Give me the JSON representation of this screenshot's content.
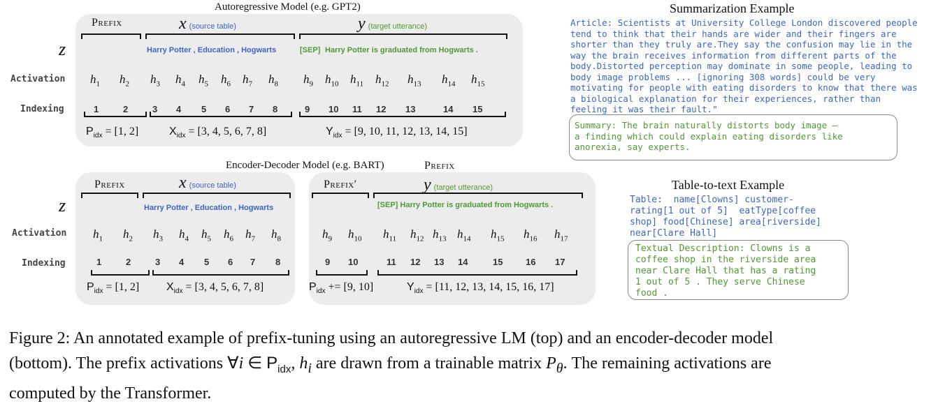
{
  "top": {
    "title": "Autoregressive Model (e.g. GPT2)",
    "prefix_label": "Prefix",
    "x_var": "x",
    "x_sub": "(source table)",
    "y_var": "y",
    "y_sub": "(target utterance)",
    "z": "z",
    "row_activation": "Activation",
    "row_indexing": "Indexing",
    "tokens_x": "Harry Potter , Education , Hogwarts",
    "tokens_sep": "[SEP]",
    "tokens_y": "Harry Potter  is  graduated  from  Hogwarts .",
    "activations": [
      "1",
      "2",
      "3",
      "4",
      "5",
      "6",
      "7",
      "8",
      "9",
      "10",
      "11",
      "12",
      "13",
      "14",
      "15"
    ],
    "indices": [
      "1",
      "2",
      "3",
      "4",
      "5",
      "6",
      "7",
      "8",
      "9",
      "10",
      "11",
      "12",
      "13",
      "14",
      "15"
    ],
    "eq_p": "= [1, 2]",
    "eq_x": "= [3, 4, 5, 6, 7, 8]",
    "eq_y": "= [9, 10, 11, 12, 13, 14, 15]"
  },
  "bottom": {
    "title": "Encoder-Decoder Model  (e.g. BART)",
    "prefix_label": "Prefix",
    "prefix_top_label": "Prefix",
    "prefix2_label": "Prefix′",
    "x_var": "x",
    "x_sub": "(source table)",
    "y_var": "y",
    "y_sub": "(target utterance)",
    "z": "z",
    "row_activation": "Activation",
    "row_indexing": "Indexing",
    "tokens_x": "Harry Potter , Education , Hogwarts",
    "tokens_y": "[SEP] Harry Potter  is  graduated  from  Hogwarts .",
    "activations_enc": [
      "1",
      "2",
      "3",
      "4",
      "5",
      "6",
      "7",
      "8"
    ],
    "activations_dec": [
      "9",
      "10",
      "11",
      "12",
      "13",
      "14",
      "15",
      "16",
      "17"
    ],
    "indices_enc": [
      "1",
      "2",
      "3",
      "4",
      "5",
      "6",
      "7",
      "8"
    ],
    "indices_dec": [
      "9",
      "10",
      "11",
      "12",
      "13",
      "14",
      "15",
      "16",
      "17"
    ],
    "eq_p": "= [1, 2]",
    "eq_x": "= [3, 4, 5, 6, 7, 8]",
    "eq_p2": "+= [9, 10]",
    "eq_y": "= [11, 12, 13, 14, 15, 16, 17]"
  },
  "idx_symbols": {
    "P": "P",
    "X": "X",
    "Y": "Y",
    "sub": "idx"
  },
  "summarization": {
    "title": "Summarization Example",
    "article": "Article: Scientists at University College London discovered people\ntend to think that their hands are wider and their fingers are\nshorter than they truly are.They say the confusion may lie in the\nway the brain receives information from different parts of the\nbody.Distorted perception may dominate in some people, leading to\nbody image problems ... [ignoring 308 words] could be very\nmotivating for people with eating disorders to know that there was\na biological explanation for their experiences, rather than\nfeeling it was their fault.\"",
    "summary": "Summary: The brain naturally distorts body image –\na finding which could explain eating disorders like\nanorexia, say experts."
  },
  "table_to_text": {
    "title": "Table-to-text Example",
    "table": "Table:  name[Clowns] customer-\nrating[1 out of 5]  eatType[coffee\nshop] food[Chinese] area[riverside]\nnear[Clare Hall]",
    "description": "Textual Description: Clowns is a\ncoffee shop in the riverside area\nnear Clare Hall that has a rating\n1 out of 5 . They serve Chinese\nfood ."
  },
  "caption": {
    "lead": "Figure 2:  An annotated example of prefix-tuning using an autoregressive LM (top) and an encoder-decoder model",
    "line2_a": "(bottom). The prefix activations ∀",
    "line2_i": "i",
    "line2_b": " ∈ ",
    "line2_c": ", ",
    "line2_h": "h",
    "line2_hsub": "i",
    "line2_d": " are drawn from a trainable matrix ",
    "line2_P": "P",
    "line2_theta": "θ",
    "line2_e": ". The remaining activations are",
    "line3": "computed by the Transformer."
  },
  "colors": {
    "blue": "#3a66c6",
    "green": "#4f9a33",
    "panel": "#ececec"
  }
}
